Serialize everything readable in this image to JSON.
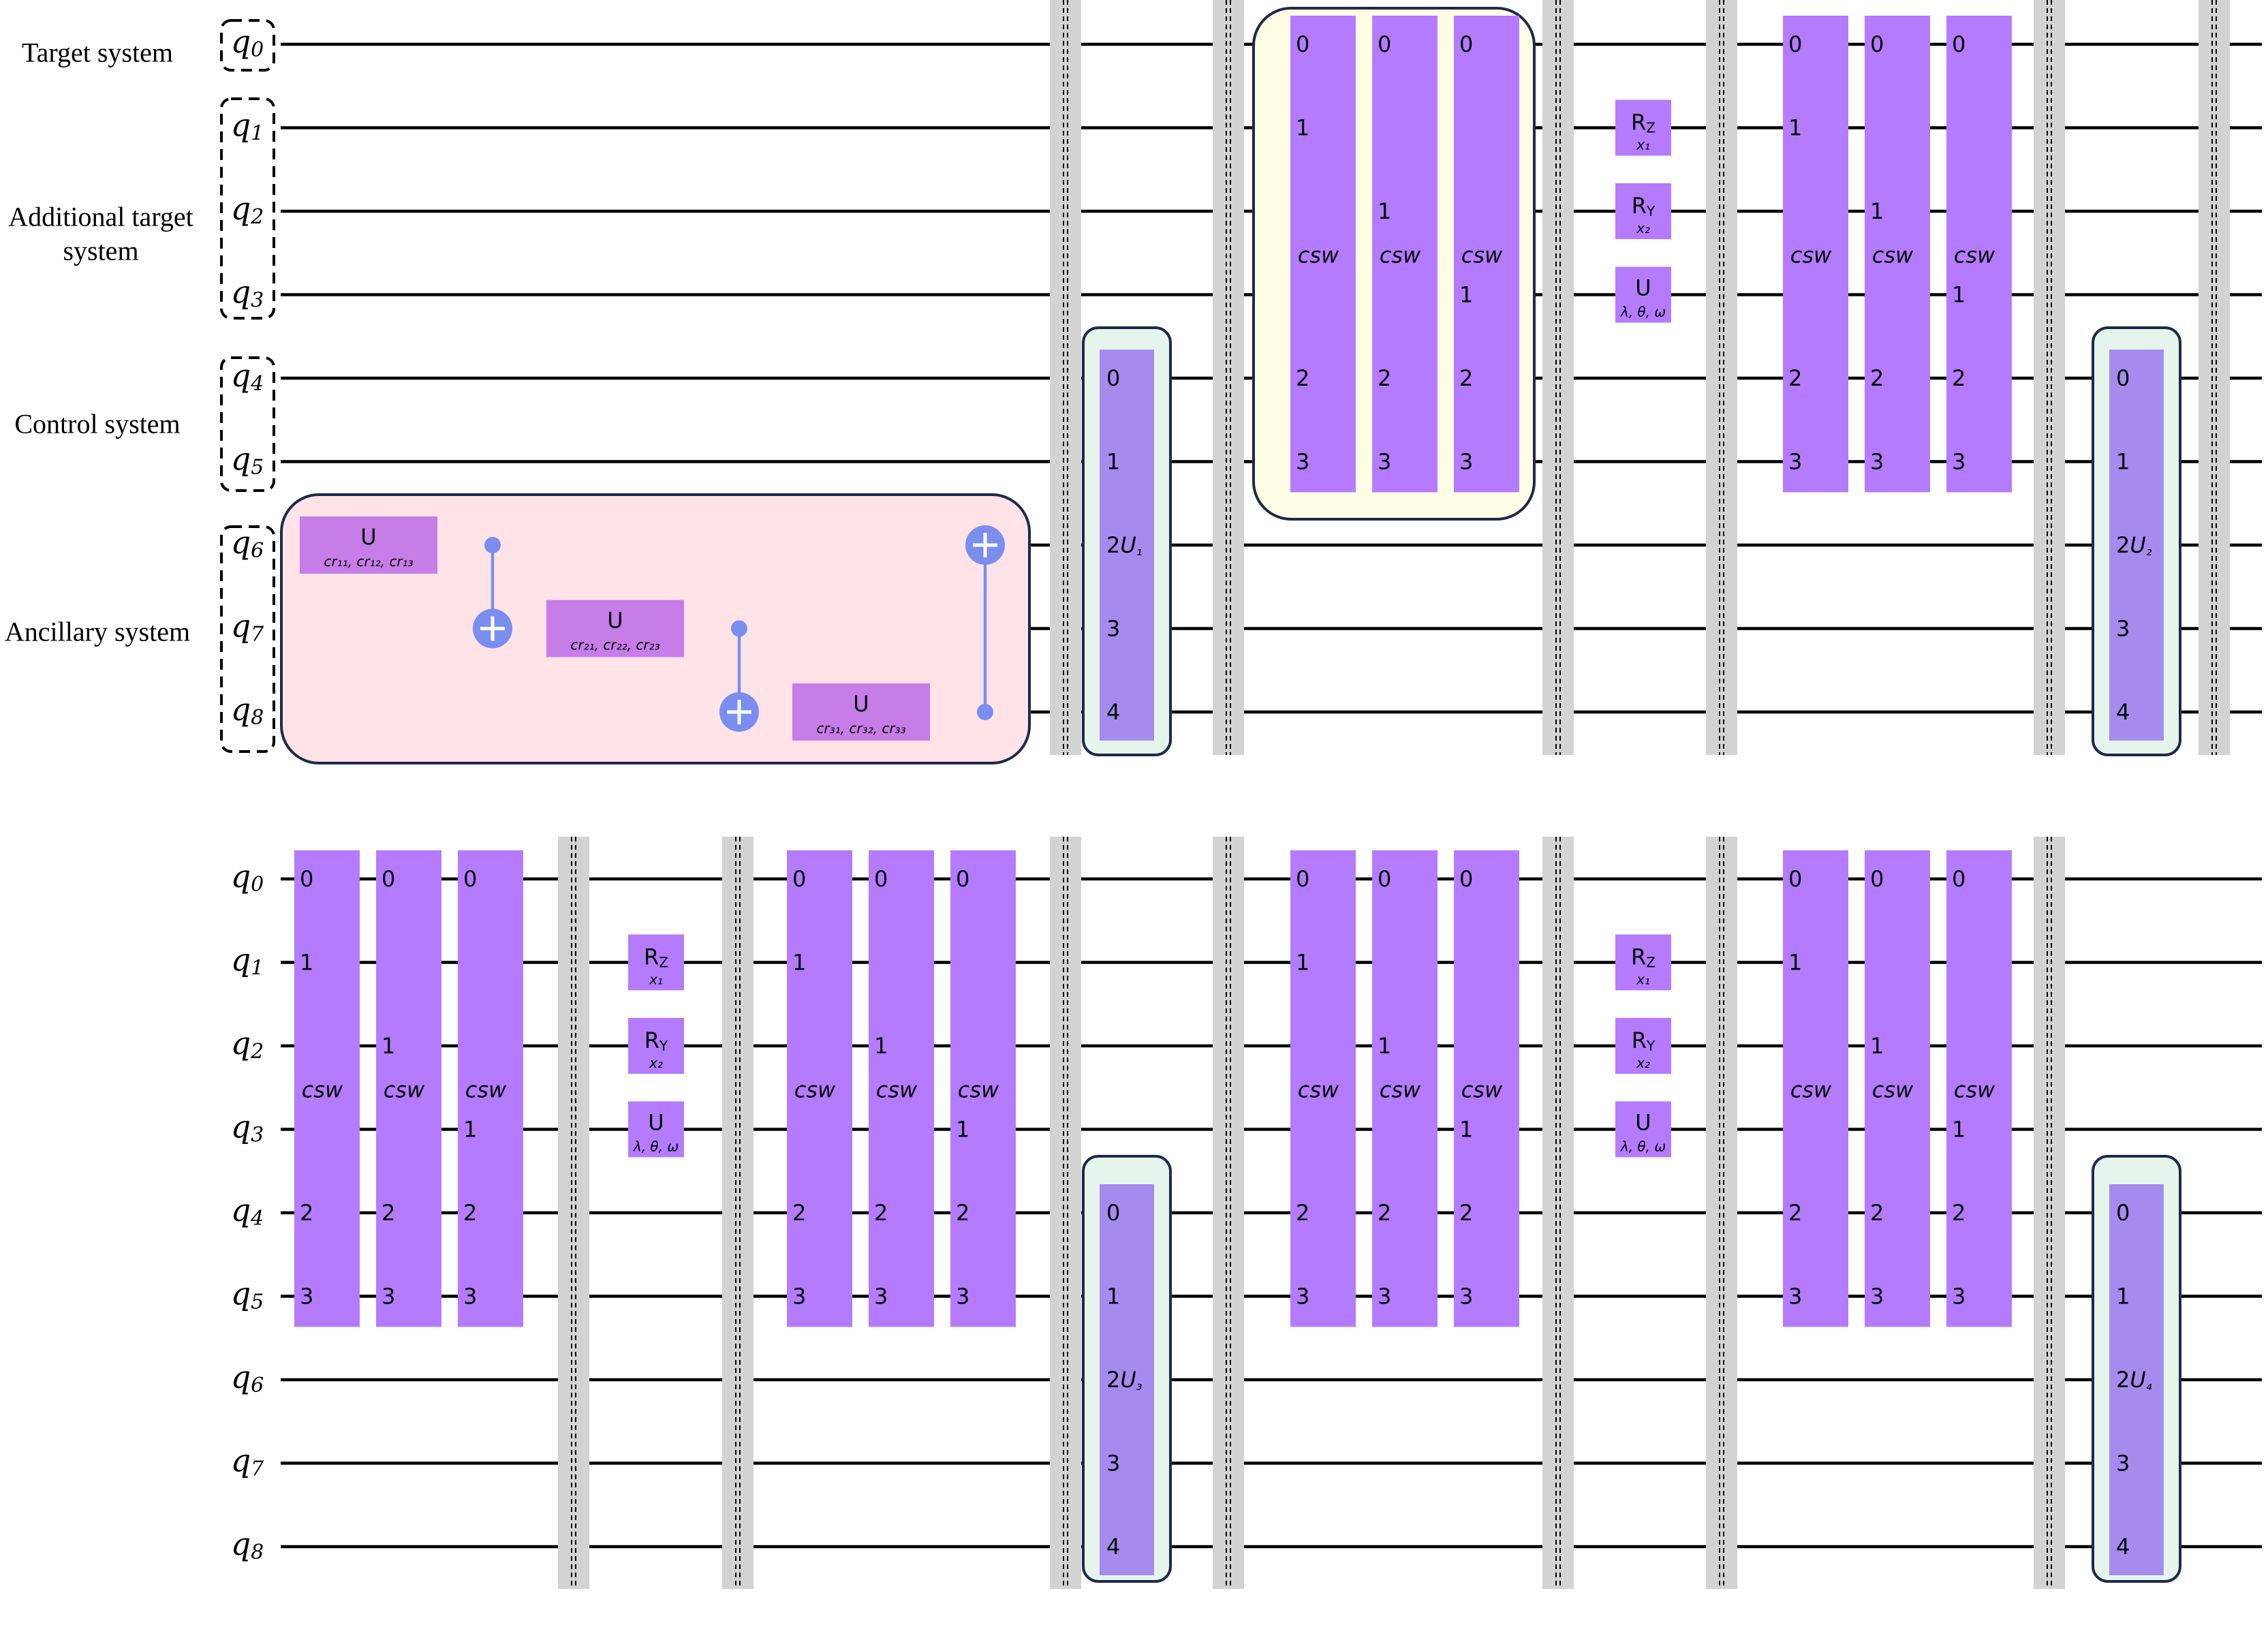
{
  "group_labels": {
    "target": "Target system",
    "additional_line1": "Additional target",
    "additional_line2": "system",
    "control": "Control system",
    "ancillary": "Ancillary system"
  },
  "qubit_prefix": "q",
  "qubits": [
    "0",
    "1",
    "2",
    "3",
    "4",
    "5",
    "6",
    "7",
    "8"
  ],
  "csw_label": "csw",
  "u_label": "U",
  "rz_label": "R",
  "rz_sub": "Z",
  "ry_label": "R",
  "ry_sub": "Y",
  "x1_param": "x₁",
  "x2_param": "x₂",
  "u_params": "λ, θ, ω",
  "ancilla_params": [
    "cr₁₁, cr₁₂, cr₁₃",
    "cr₂₁, cr₂₂, cr₂₃",
    "cr₃₁, cr₃₂, cr₃₃"
  ],
  "pin_labels": [
    "0",
    "1",
    "2",
    "3",
    "4"
  ],
  "big_gate_prefix": "2",
  "big_gate_names": [
    "U₁",
    "U₂",
    "U₃",
    "U₄"
  ],
  "colors": {
    "csw": "#b57bff",
    "u_gate": "#c67de8",
    "big_gate": "#a68bef",
    "cnot": "#7a8ef0",
    "ancilla_box": "#ffe3e6",
    "csw_highlight": "#fffde3",
    "big_gate_box": "#e6f5ec",
    "box_border": "#1c2a4a",
    "barrier": "#d3d3d3"
  }
}
